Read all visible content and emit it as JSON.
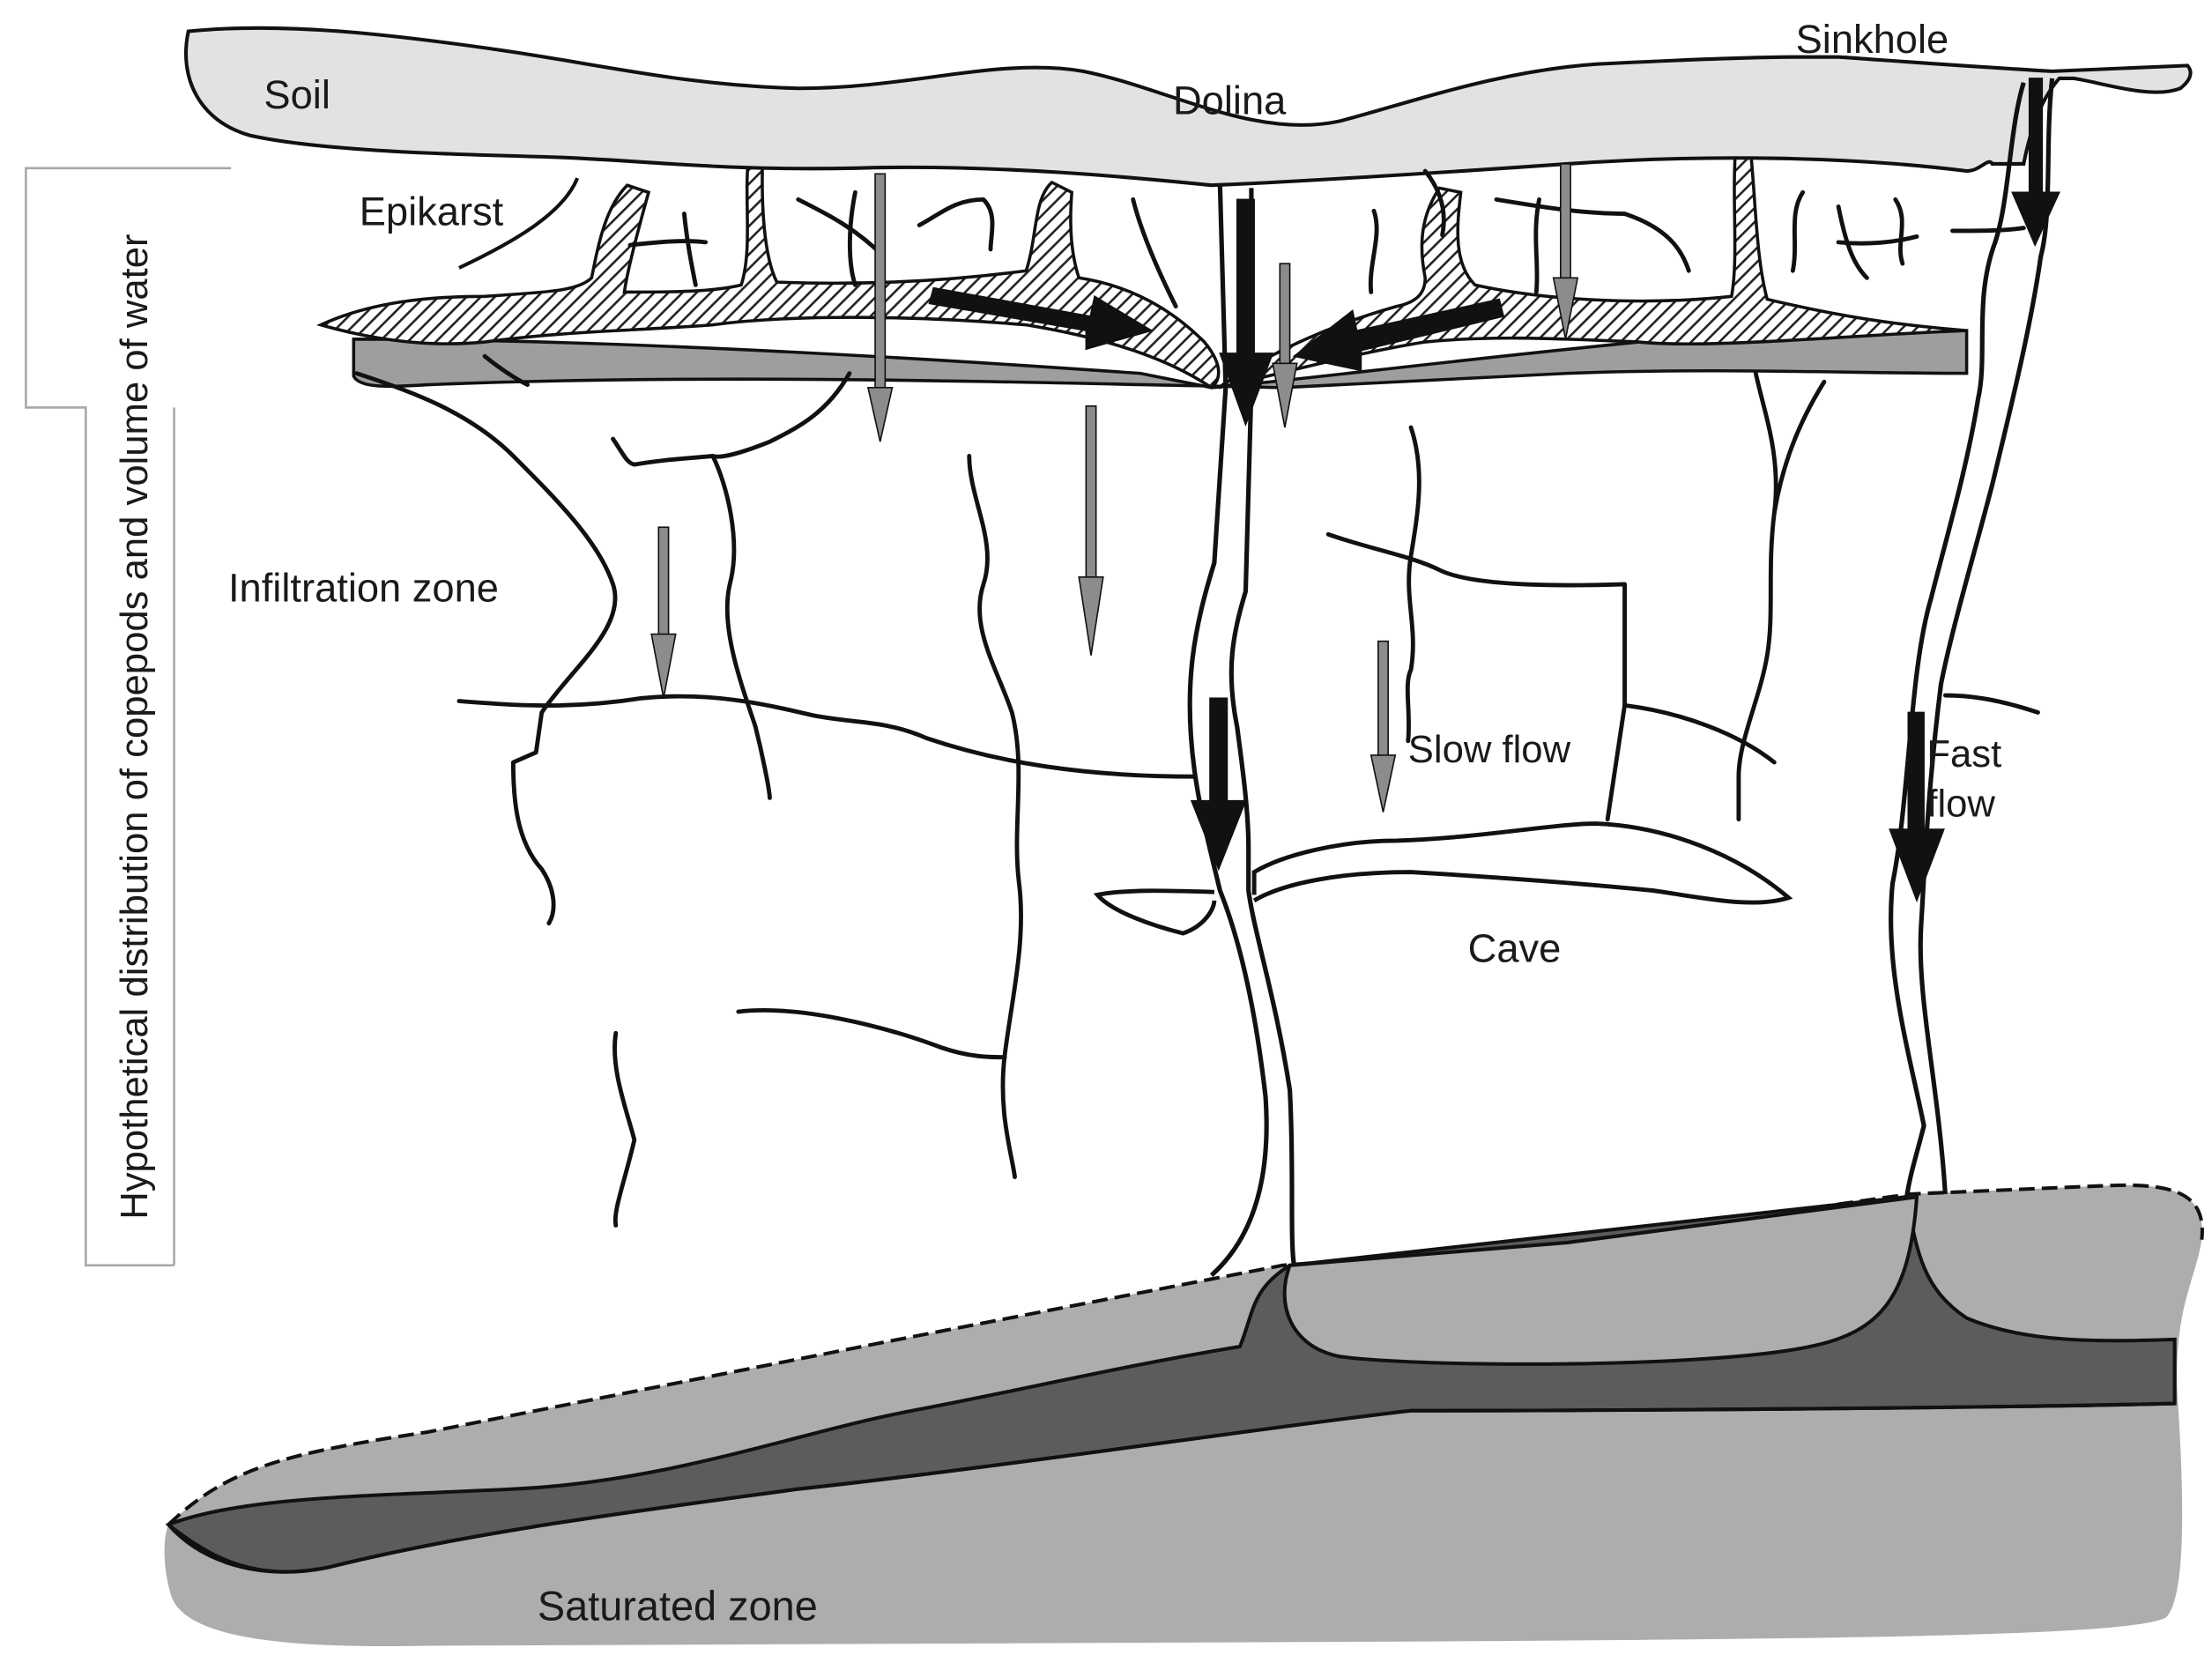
{
  "labels": {
    "soil": "Soil",
    "dolina": "Dolina",
    "sinkhole": "Sinkhole",
    "epikarst": "Epikarst",
    "infiltration_zone": "Infiltration zone",
    "slow_flow": "Slow flow",
    "fast_flow_line1": "Fast",
    "fast_flow_line2": "flow",
    "cave": "Cave",
    "saturated_zone": "Saturated zone"
  },
  "side_label": "Hypothetical distribution of copepods and volume of water",
  "colors": {
    "soil_fill": "#e2e2e2",
    "epikarst_band": "#9e9e9e",
    "saturated_light": "#adadad",
    "saturated_dark": "#5c5c5c",
    "hatch": "#222222",
    "arrow_fast": "#111111",
    "arrow_slow": "#8c8c8c",
    "line": "#111111"
  }
}
